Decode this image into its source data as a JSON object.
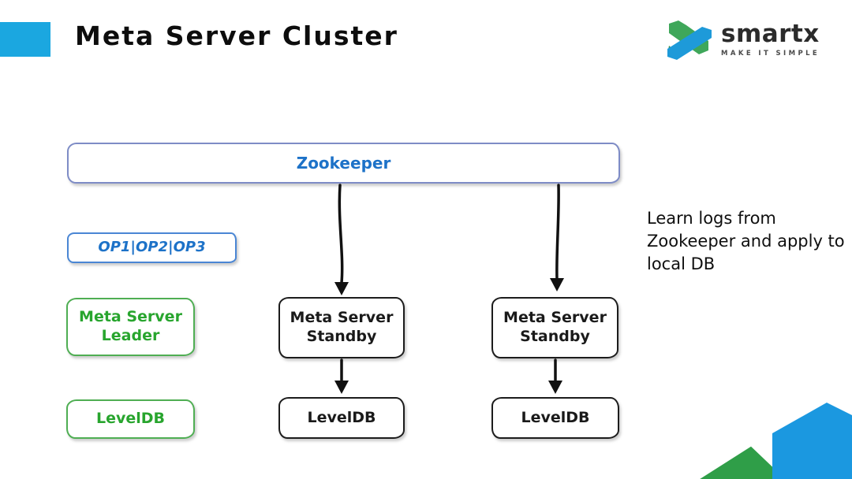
{
  "slide": {
    "title": "Meta Server Cluster",
    "accent_color": "#1ba7e0",
    "background_color": "#ffffff"
  },
  "logo": {
    "wordmark": "smartx",
    "tagline": "MAKE IT SIMPLE",
    "icon": "smartx-x-icon",
    "icon_blue": "#1e9ad9",
    "icon_green": "#3fa75a",
    "icon_green_dark": "#2f8a50",
    "text_color": "#2b2b2b"
  },
  "diagram": {
    "zookeeper": {
      "label": "Zookeeper",
      "text_color": "#1d72c8",
      "border_color": "#7e8cc6"
    },
    "op_box": {
      "label": "OP1|OP2|OP3",
      "text_color": "#1d72c8",
      "border_color": "#4a86d4"
    },
    "leader": {
      "label": "Meta Server Leader",
      "text_color": "#28a52e",
      "border_color": "#4fae53"
    },
    "leader_db": {
      "label": "LevelDB",
      "text_color": "#28a52e",
      "border_color": "#4fae53"
    },
    "standby_1": {
      "label": "Meta Server Standby",
      "text_color": "#1a1a1a",
      "border_color": "#1c1c1c"
    },
    "standby_1_db": {
      "label": "LevelDB",
      "text_color": "#1a1a1a",
      "border_color": "#1c1c1c"
    },
    "standby_2": {
      "label": "Meta Server Standby",
      "text_color": "#1a1a1a",
      "border_color": "#1c1c1c"
    },
    "standby_2_db": {
      "label": "LevelDB",
      "text_color": "#1a1a1a",
      "border_color": "#1c1c1c"
    },
    "annotation": "Learn logs from Zookeeper and apply to local DB",
    "edges": [
      {
        "from": "zookeeper",
        "to": "standby_1"
      },
      {
        "from": "zookeeper",
        "to": "standby_2"
      },
      {
        "from": "standby_1",
        "to": "standby_1_db"
      },
      {
        "from": "standby_2",
        "to": "standby_2_db"
      }
    ],
    "arrow_color": "#111111"
  },
  "decor": {
    "green_triangle_color": "#2f9e48",
    "blue_shape_color": "#1b98e0"
  }
}
